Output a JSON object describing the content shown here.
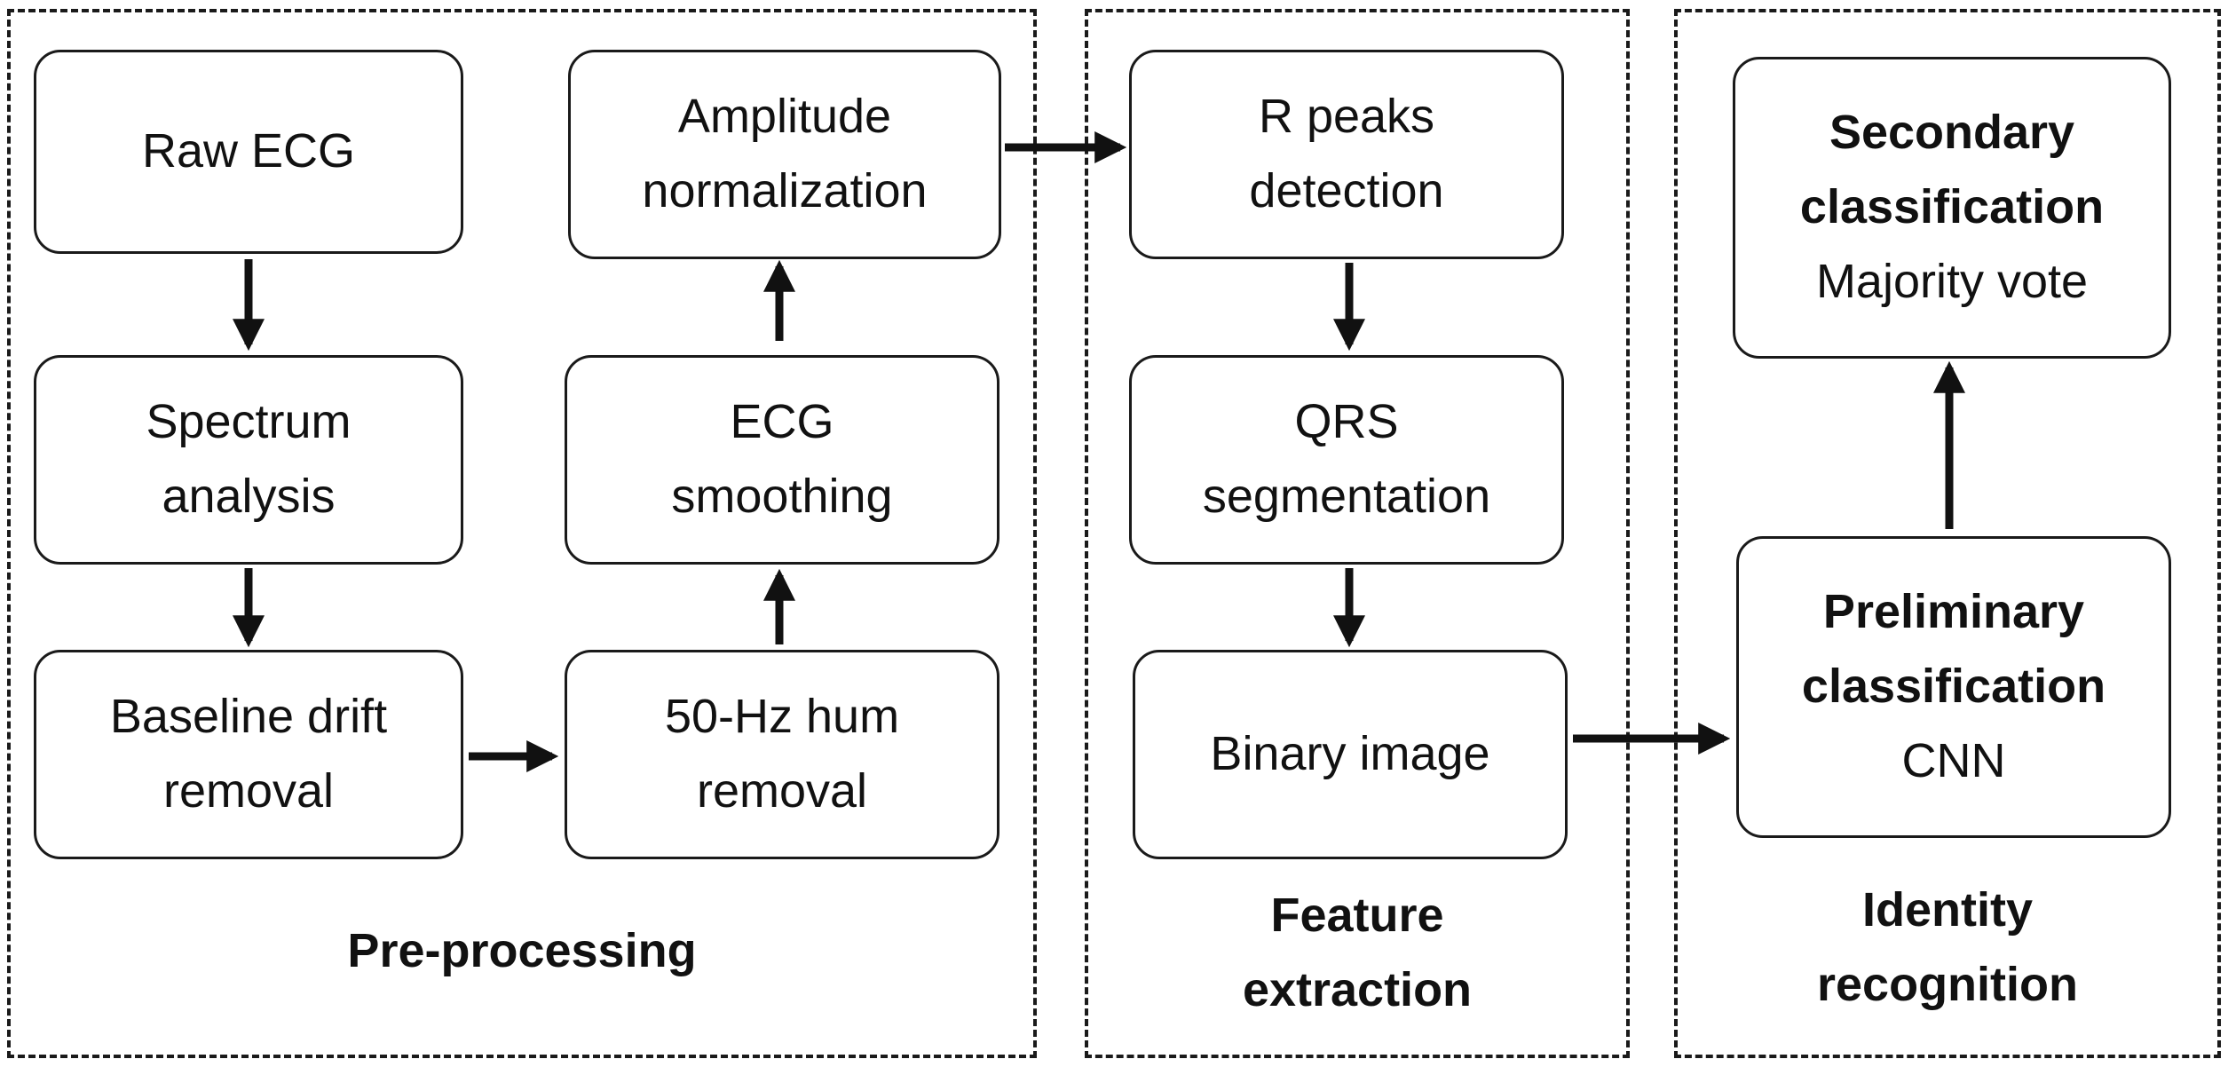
{
  "groups": {
    "preprocessing": {
      "label": "Pre-processing",
      "boxes": {
        "raw_ecg": [
          "Raw ECG"
        ],
        "spectrum": [
          "Spectrum",
          "analysis"
        ],
        "baseline": [
          "Baseline drift",
          "removal"
        ],
        "hum": [
          "50-Hz hum",
          "removal"
        ],
        "smoothing": [
          "ECG",
          "smoothing"
        ],
        "amplitude": [
          "Amplitude",
          "normalization"
        ]
      }
    },
    "feature": {
      "label": [
        "Feature",
        "extraction"
      ],
      "boxes": {
        "rpeaks": [
          "R peaks",
          "detection"
        ],
        "qrs": [
          "QRS",
          "segmentation"
        ],
        "binary": [
          "Binary image"
        ]
      }
    },
    "identity": {
      "label": [
        "Identity",
        "recognition"
      ],
      "boxes": {
        "preliminary": {
          "title": [
            "Preliminary",
            "classification"
          ],
          "method": "CNN"
        },
        "secondary": {
          "title": [
            "Secondary",
            "classification"
          ],
          "method": "Majority vote"
        }
      }
    }
  }
}
